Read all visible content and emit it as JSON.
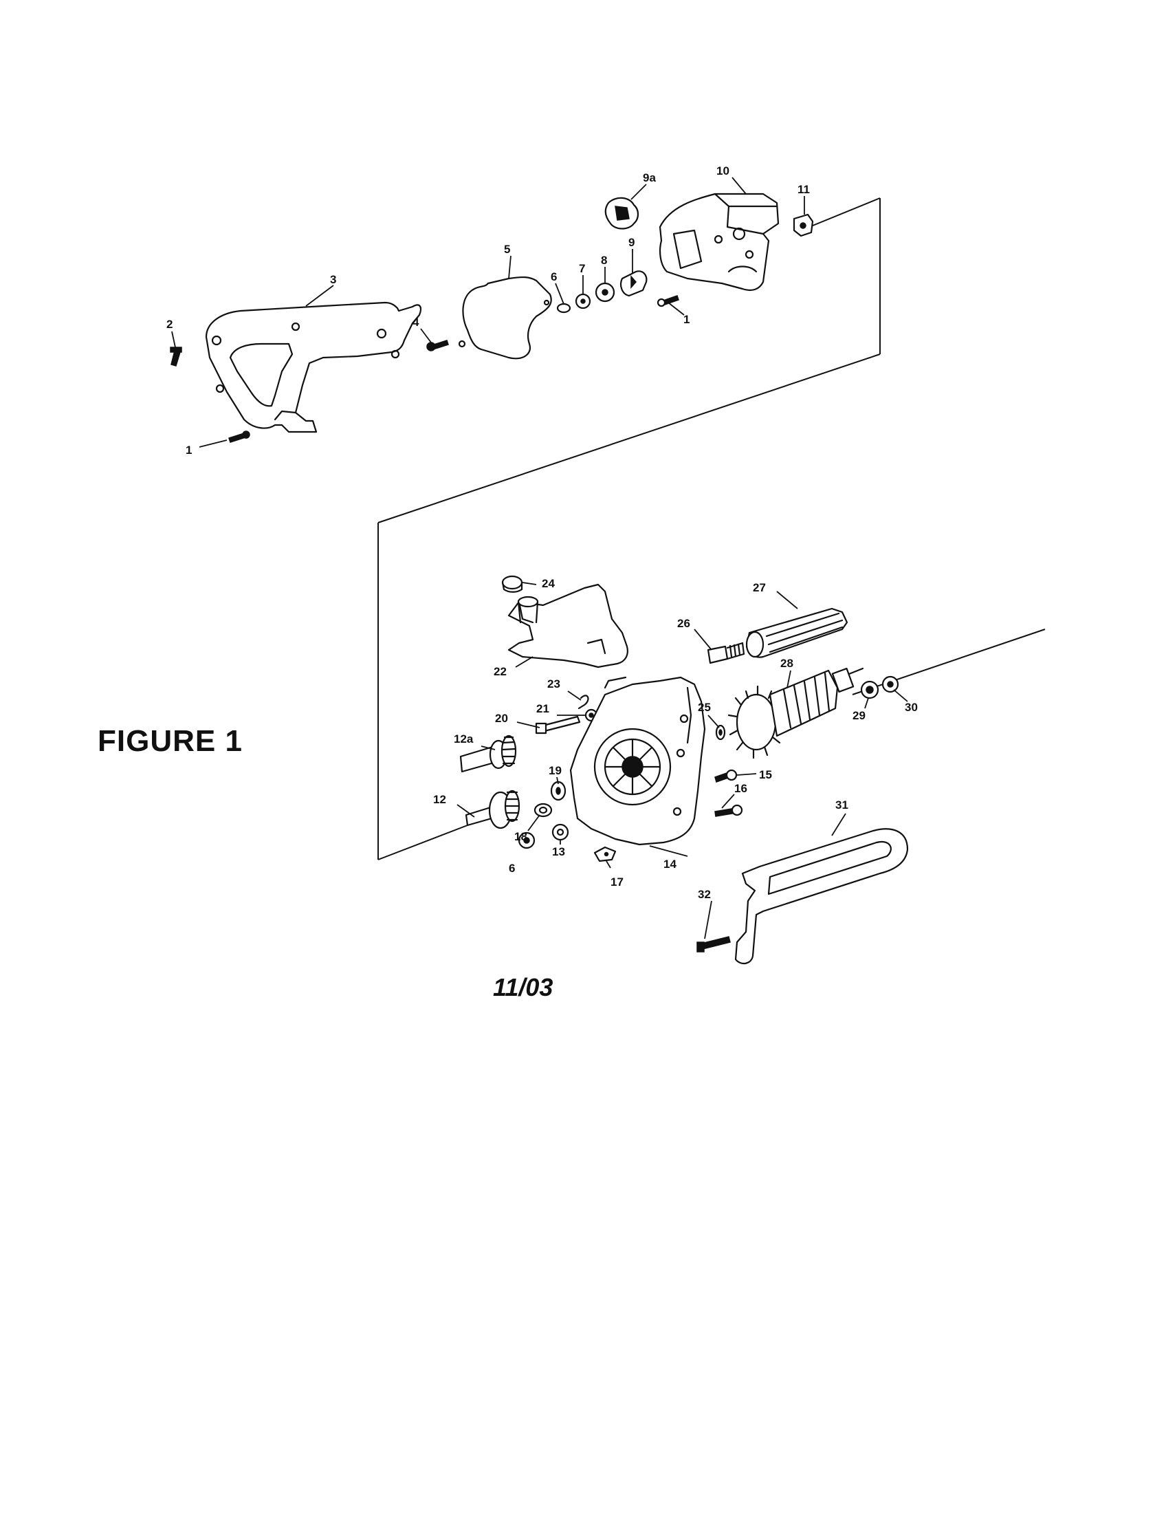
{
  "figure": {
    "title": "FIGURE 1",
    "date": "11/03"
  },
  "callouts": {
    "c1a": "1",
    "c1b": "1",
    "c2": "2",
    "c3": "3",
    "c4": "4",
    "c5": "5",
    "c6": "6",
    "c6b": "6",
    "c7": "7",
    "c8": "8",
    "c9": "9",
    "c9a": "9a",
    "c10": "10",
    "c11": "11",
    "c12": "12",
    "c12a": "12a",
    "c13": "13",
    "c14": "14",
    "c15": "15",
    "c16": "16",
    "c17": "17",
    "c18": "18",
    "c19": "19",
    "c20": "20",
    "c21": "21",
    "c22": "22",
    "c23": "23",
    "c24": "24",
    "c25": "25",
    "c26": "26",
    "c27": "27",
    "c28": "28",
    "c29": "29",
    "c30": "30",
    "c31": "31",
    "c32": "32"
  }
}
